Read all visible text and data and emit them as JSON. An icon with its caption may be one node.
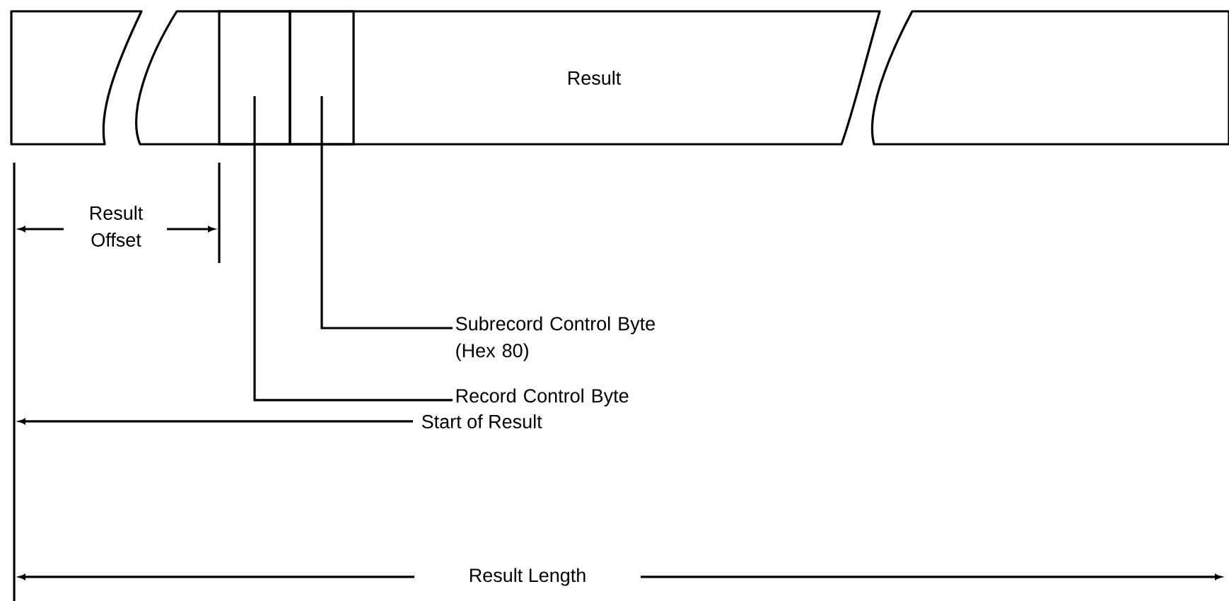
{
  "diagram": {
    "nodes": [
      {
        "text": [],
        "shape": "box"
      },
      {
        "text": [],
        "shape": "box"
      },
      {
        "text": [
          "Result"
        ]
      },
      {
        "text": [
          "Subrecord Control Byte (Hex 80)"
        ]
      },
      {
        "text": [
          "Record Control Byte"
        ]
      }
    ],
    "edges": [
      {
        "from": 3,
        "to": 1,
        "arrow": "none"
      },
      {
        "from": 4,
        "to": 0,
        "arrow": "none"
      }
    ],
    "labels": [
      "Result Offset",
      "Start of Result",
      "Result Length"
    ]
  }
}
